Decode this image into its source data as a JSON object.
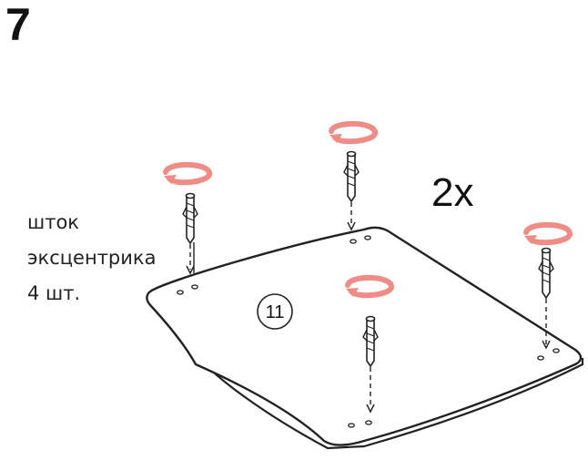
{
  "step": {
    "number": "7",
    "multiplier": "2x",
    "part_number": "11",
    "label_lines": [
      "шток",
      "эксцентрика",
      "4 шт."
    ]
  },
  "colors": {
    "rotation_arrow": "#f08b86",
    "outline": "#222222",
    "panel_fill": "#ffffff"
  },
  "icons": [
    "rotation-arrow-icon",
    "cam-bolt-icon"
  ]
}
